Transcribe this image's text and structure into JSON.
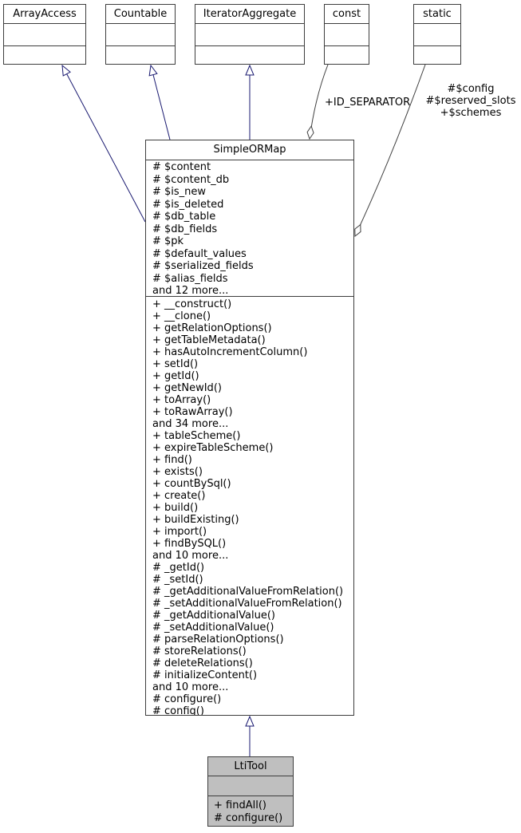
{
  "colors": {
    "inheritance_edge": "#191970",
    "aggregation_edge": "#404040",
    "node_border": "#3d3d3d",
    "node_fill": "#ffffff",
    "highlight_node_fill": "#bfbfbf",
    "text": "#000000",
    "background": "#ffffff"
  },
  "nodes": {
    "array_access": {
      "title": "ArrayAccess"
    },
    "countable": {
      "title": "Countable"
    },
    "iterator_aggregate": {
      "title": "IteratorAggregate"
    },
    "const_node": {
      "title": "const"
    },
    "static_node": {
      "title": "static"
    },
    "simple_or_map": {
      "title": "SimpleORMap",
      "attributes": [
        "# $content",
        "# $content_db",
        "# $is_new",
        "# $is_deleted",
        "# $db_table",
        "# $db_fields",
        "# $pk",
        "# $default_values",
        "# $serialized_fields",
        "# $alias_fields",
        "and 12 more..."
      ],
      "methods": [
        "+ __construct()",
        "+ __clone()",
        "+ getRelationOptions()",
        "+ getTableMetadata()",
        "+ hasAutoIncrementColumn()",
        "+ setId()",
        "+ getId()",
        "+ getNewId()",
        "+ toArray()",
        "+ toRawArray()",
        "and 34 more...",
        "+ tableScheme()",
        "+ expireTableScheme()",
        "+ find()",
        "+ exists()",
        "+ countBySql()",
        "+ create()",
        "+ build()",
        "+ buildExisting()",
        "+ import()",
        "+ findBySQL()",
        "and 10 more...",
        "# _getId()",
        "# _setId()",
        "# _getAdditionalValueFromRelation()",
        "# _setAdditionalValueFromRelation()",
        "# _getAdditionalValue()",
        "# _setAdditionalValue()",
        "# parseRelationOptions()",
        "# storeRelations()",
        "# deleteRelations()",
        "# initializeContent()",
        "and 10 more...",
        "# configure()",
        "# config()"
      ]
    },
    "lti_tool": {
      "title": "LtiTool",
      "methods": [
        "+ findAll()",
        "# configure()"
      ]
    }
  },
  "edge_labels": {
    "const_aggregation": "+ID_SEPARATOR",
    "static_aggregation": [
      "#$config",
      "#$reserved_slots",
      "+$schemes"
    ]
  }
}
